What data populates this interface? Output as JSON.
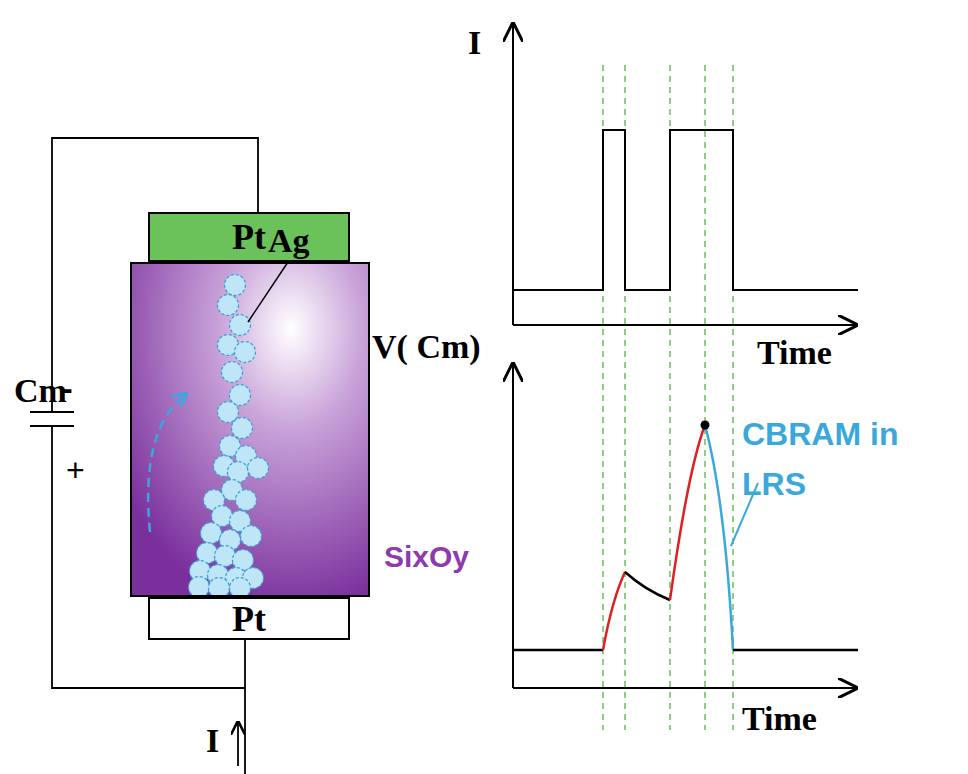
{
  "diagram": {
    "nodes": [
      {
        "text": [
          "Pt"
        ]
      },
      {
        "text": [
          "SixOy"
        ]
      },
      {
        "text": [
          "Pt"
        ]
      }
    ],
    "labels": [
      "I",
      "Ag",
      "Time",
      "V( Cm)",
      "Cm",
      "-",
      "+",
      "CBRAM in LRS",
      "Time",
      "I"
    ]
  }
}
